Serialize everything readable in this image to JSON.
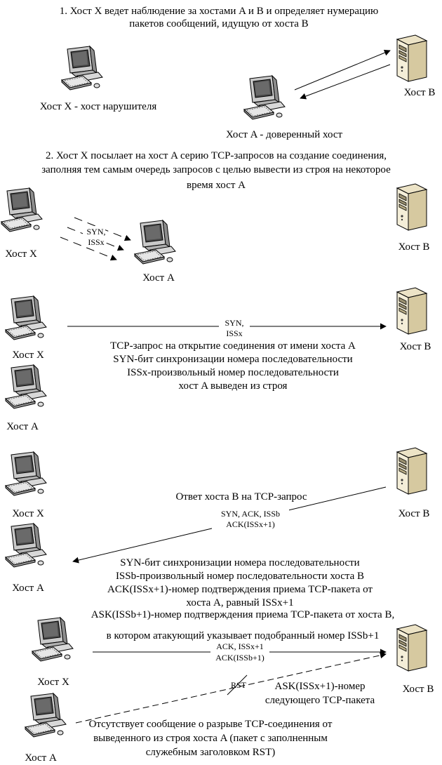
{
  "step1": {
    "title_line1": "1. Хост X ведет наблюдение за хостами A и B и определяет нумерацию",
    "title_line2": "пакетов сообщений, идущую от хоста B",
    "host_x_label": "Хост X - хост нарушителя",
    "host_a_label": "Хост A - доверенный хост",
    "host_b_label": "Хост B"
  },
  "step2": {
    "title_line1": "2. Хост X посылает на хост A серию TCP-запросов на создание соединения,",
    "title_line2": "заполняя тем самым очередь запросов с целью вывести из строя на некоторое",
    "title_line3": "время хост A",
    "host_x_label": "Хост X",
    "host_a_label": "Хост A",
    "host_b_label": "Хост B",
    "packet_line1": "SYN,",
    "packet_line2": "ISSx"
  },
  "step3": {
    "host_x_label": "Хост X",
    "host_a_label": "Хост A",
    "host_b_label": "Хост B",
    "packet_line1": "SYN,",
    "packet_line2": "ISSx",
    "desc_line1": "TCP-запрос на открытие соединения от имени хоста A",
    "desc_line2": "SYN-бит синхронизации номера последовательности",
    "desc_line3": "ISSx-произвольный номер последовательности",
    "desc_line4": "хост A выведен из строя"
  },
  "step4": {
    "host_x_label": "Хост X",
    "host_a_label": "Хост A",
    "host_b_label": "Хост B",
    "reply_title": "Ответ хоста B на TCP-запрос",
    "packet_line1": "SYN, ACK, ISSb",
    "packet_line2": "ACK(ISSx+1)",
    "desc_line1": "SYN-бит синхронизации номера последовательности",
    "desc_line2": "ISSb-произвольный номер последовательности хоста B",
    "desc_line3": "ACK(ISSx+1)-номер подтверждения приема TCP-пакета от",
    "desc_line4": "хоста A, равный ISSx+1"
  },
  "step5": {
    "host_x_label": "Хост X",
    "host_a_label": "Хост A",
    "host_b_label": "Хост B",
    "ask_line1": "ASK(ISSb+1)-номер подтверждения приема TCP-пакета от хоста B,",
    "ask_line2": "в котором атакующий указывает подобранный номер ISSb+1",
    "packet_line1": "ACK, ISSx+1",
    "packet_line2": "ACK(ISSb+1)",
    "rst_label": "RST",
    "next_line1": "ASK(ISSx+1)-номер",
    "next_line2": "следующего TCP-пакета",
    "bottom_line1": "Отсутствует сообщение о разрыве TCP-соединения от",
    "bottom_line2": "выведенного из строя хоста A (пакет с заполненным",
    "bottom_line3": "служебным заголовком RST)"
  }
}
